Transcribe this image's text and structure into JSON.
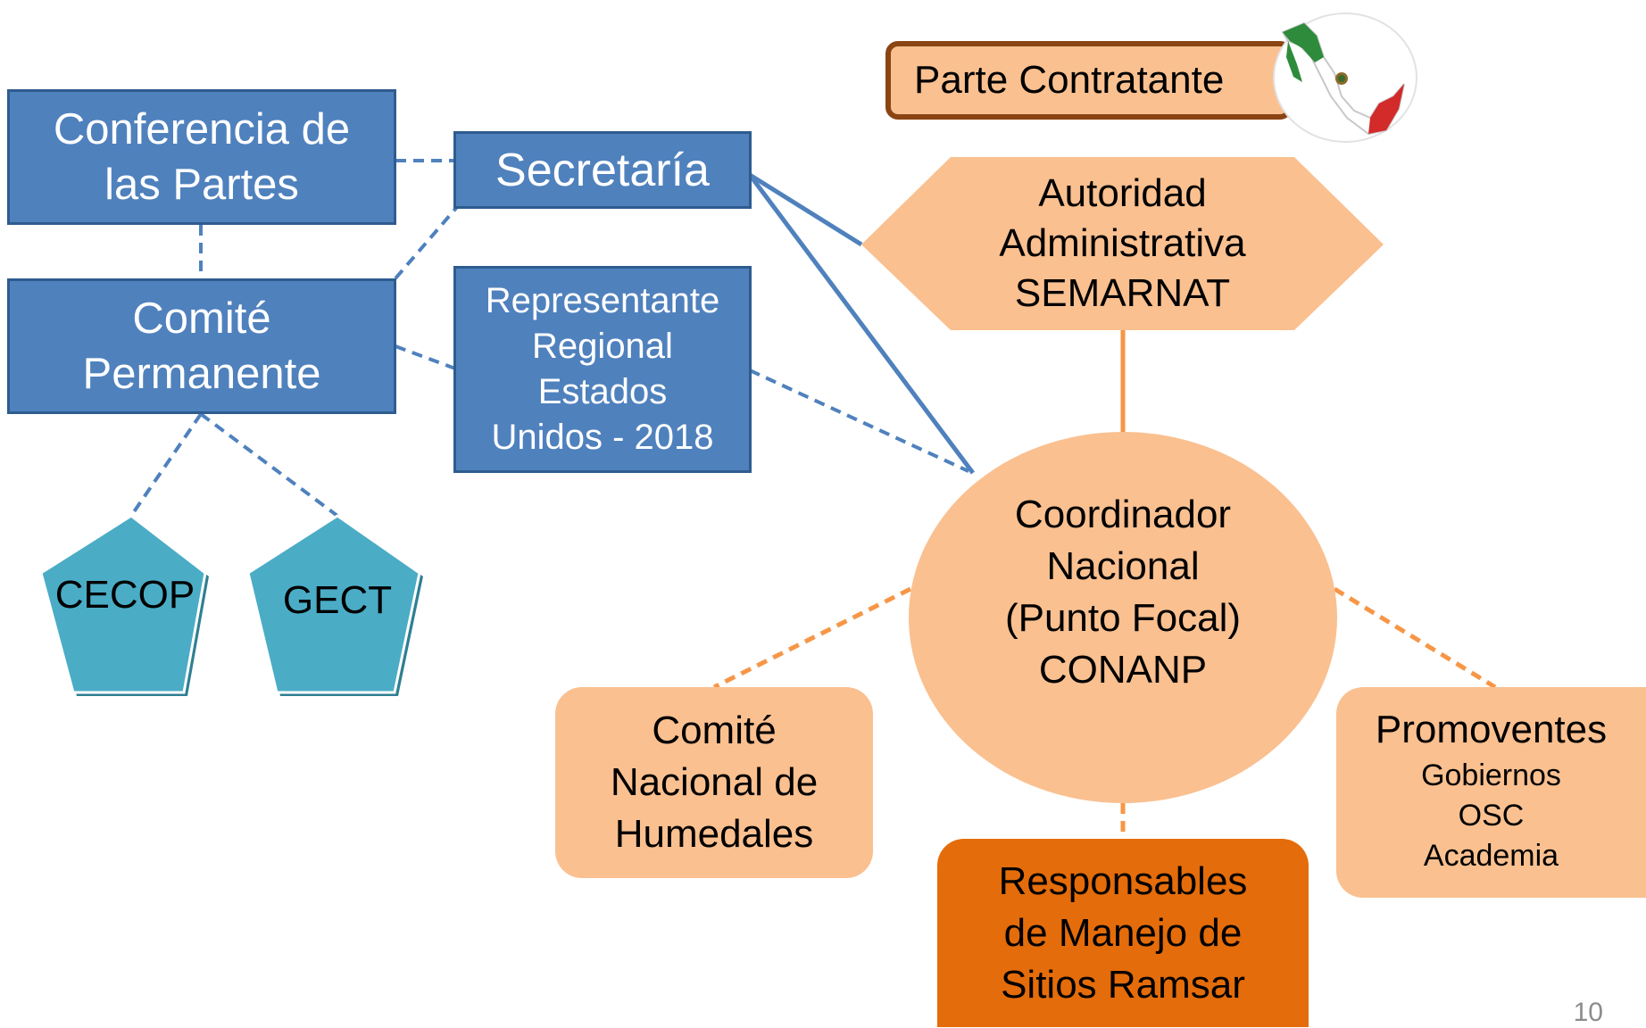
{
  "nodes": {
    "conferencia": {
      "line1": "Conferencia de",
      "line2": "las Partes"
    },
    "secretaria": {
      "label": "Secretaría"
    },
    "comite_permanente": {
      "line1": "Comité",
      "line2": "Permanente"
    },
    "representante": {
      "line1": "Representante",
      "line2": "Regional",
      "line3": "Estados",
      "line4": "Unidos - 2018"
    },
    "cecop": {
      "label": "CECOP"
    },
    "gect": {
      "label": "GECT"
    },
    "parte_contratante": {
      "label": "Parte Contratante"
    },
    "autoridad": {
      "line1": "Autoridad",
      "line2": "Administrativa",
      "line3": "SEMARNAT"
    },
    "coordinador": {
      "line1": "Coordinador",
      "line2": "Nacional",
      "line3": "(Punto Focal)",
      "line4": "CONANP"
    },
    "comite_nacional": {
      "line1": "Comité",
      "line2": "Nacional de",
      "line3": "Humedales"
    },
    "responsables": {
      "line1": "Responsables",
      "line2": "de Manejo de",
      "line3": "Sitios Ramsar"
    },
    "promoventes": {
      "title": "Promoventes",
      "line1": "Gobiernos",
      "line2": "OSC",
      "line3": "Academia"
    }
  },
  "page_number": "10",
  "colors": {
    "blue_fill": "#4f81bd",
    "blue_border": "#2e5c8f",
    "teal_fill": "#4bacc6",
    "peach_fill": "#fac090",
    "dark_orange_fill": "#e46c0a",
    "brown_border": "#8b4513",
    "orange_line": "#f79646"
  },
  "icons": [
    "mexico-flag-map-icon"
  ]
}
